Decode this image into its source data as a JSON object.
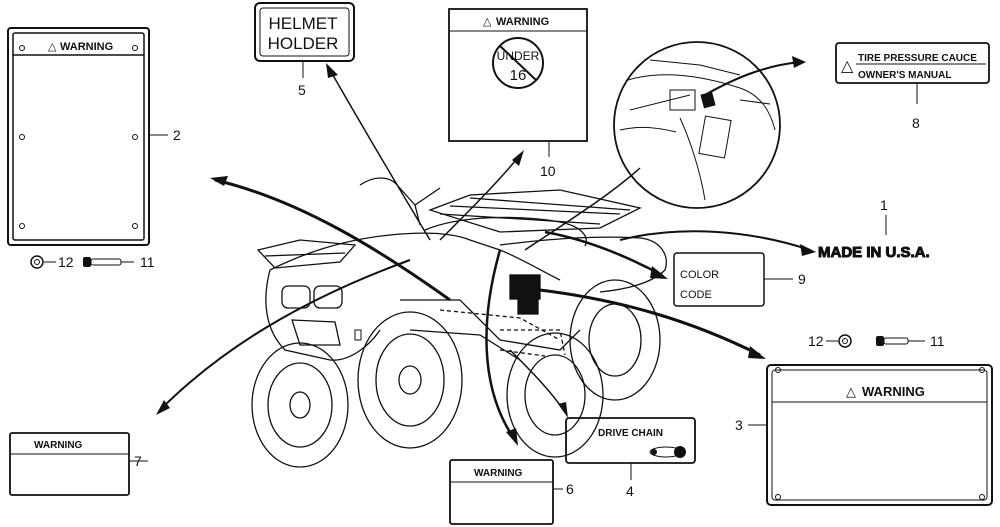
{
  "labels": {
    "helmet_holder_line1": "HELMET",
    "helmet_holder_line2": "HOLDER",
    "warning_2": "WARNING",
    "warning_10": "WARNING",
    "under_16_line1": "UNDER",
    "under_16_line2": "16",
    "tire_pressure_line1": "TIRE PRESSURE CAUCE",
    "tire_pressure_line2": "OWNER'S MANUAL",
    "made_in_usa": "MADE IN U.S.A.",
    "color_code_line1": "COLOR",
    "color_code_line2": "CODE",
    "warning_3": "WARNING",
    "drive_chain": "DRIVE CHAIN",
    "warning_7": "WARNING",
    "warning_6": "WARNING"
  },
  "warning_symbol": "△",
  "callouts": {
    "n1": "1",
    "n2": "2",
    "n3": "3",
    "n4": "4",
    "n5": "5",
    "n6": "6",
    "n7": "7",
    "n8": "8",
    "n9": "9",
    "n10": "10",
    "n11a": "11",
    "n12a": "12",
    "n11b": "11",
    "n12b": "12"
  },
  "colors": {
    "ink": "#111111",
    "paper": "#ffffff"
  }
}
